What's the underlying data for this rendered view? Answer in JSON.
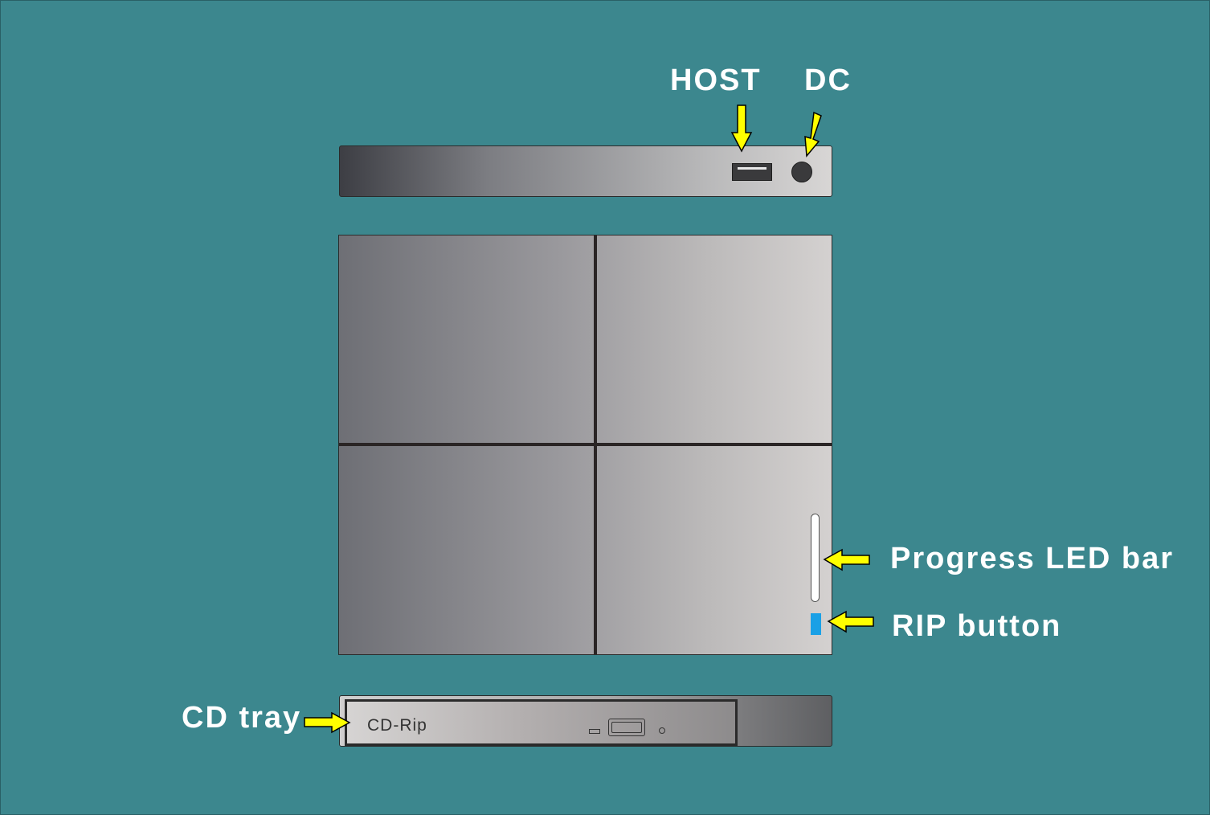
{
  "labels": {
    "host": "HOST",
    "dc": "DC",
    "progress_led": "Progress LED bar",
    "rip_button": "RIP button",
    "cd_tray": "CD tray"
  },
  "tray": {
    "text": "CD-Rip"
  },
  "colors": {
    "background": "#3c878e",
    "arrow_fill": "#ffff00",
    "arrow_stroke": "#000000",
    "rip_button": "#1aa0e6",
    "label_text": "#ffffff"
  }
}
